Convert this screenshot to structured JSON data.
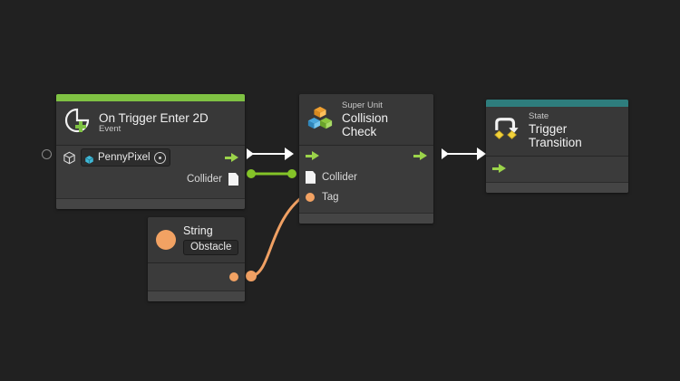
{
  "canvas": {
    "background": "#212121"
  },
  "nodes": {
    "event": {
      "accent_color": "#7fc243",
      "icon": "event-pie-plus-icon",
      "subtitle": "Event",
      "title": "On Trigger Enter 2D",
      "target_field": {
        "icon": "gameobject-cube-icon",
        "value": "PennyPixel",
        "picker_icon": "target-picker-icon"
      },
      "output_flow": "control-output-arrow",
      "output_port_label": "Collider",
      "output_port_icon": "document-icon"
    },
    "super_unit": {
      "accent_color": "#3a3a3a",
      "icon": "super-unit-boxes-icon",
      "subtitle": "Super Unit",
      "title": "Collision Check",
      "input_flow": "control-input-arrow",
      "output_flow": "control-output-arrow",
      "inputs": [
        {
          "label": "Collider",
          "icon": "document-icon"
        },
        {
          "label": "Tag",
          "icon": "orange-dot-icon"
        }
      ]
    },
    "state": {
      "accent_color": "#2e7d7d",
      "icon": "state-transition-arrow-icon",
      "subtitle": "State",
      "title": "Trigger Transition",
      "input_flow": "control-input-arrow"
    },
    "string": {
      "icon": "orange-dot-large-icon",
      "title": "String",
      "value": "Obstacle",
      "output_port": "orange-dot-icon"
    }
  },
  "connections": {
    "control_flow_color": "#ffffff",
    "data_flow_color": "#84c428",
    "string_flow_color": "#f0a063"
  }
}
